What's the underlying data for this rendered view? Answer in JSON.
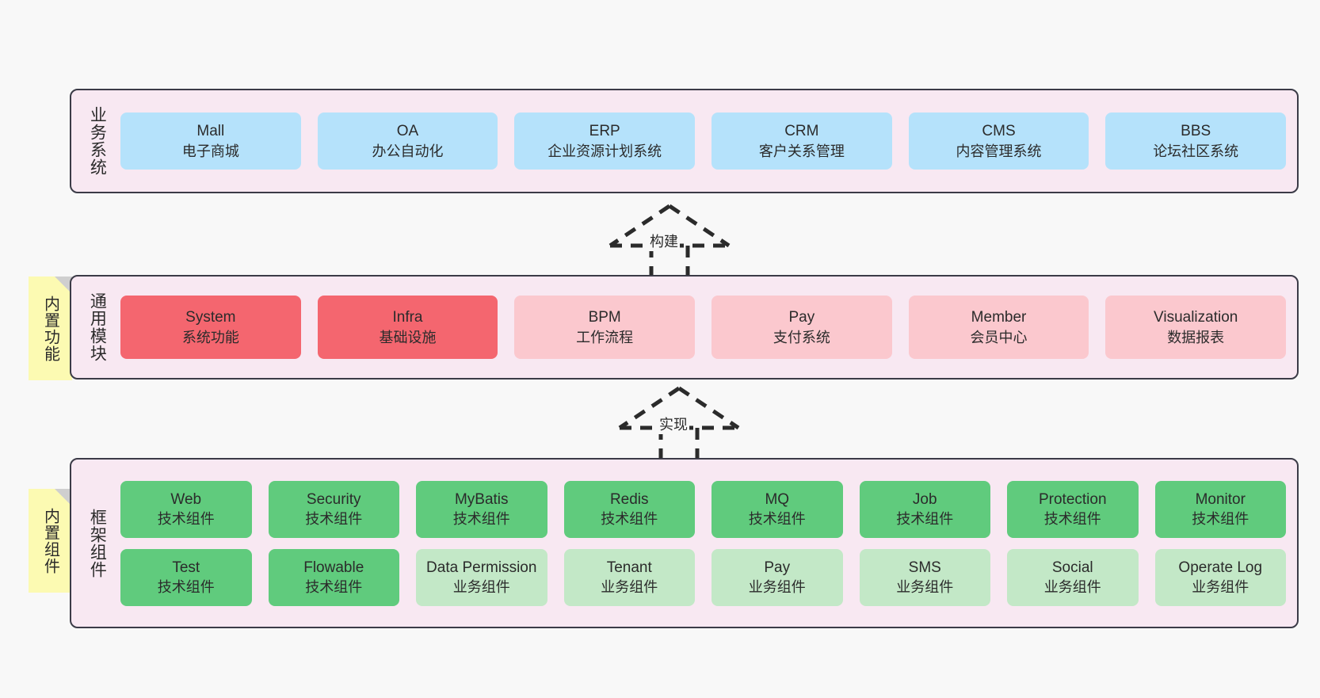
{
  "diagram": {
    "background_color": "#f8f8f8",
    "layer_fill": "#f8e8f2",
    "layer_border": "#3b3b47",
    "note_fill": "#fcfab2"
  },
  "layers": [
    {
      "key": "business",
      "title": "业务系统",
      "rows": [
        {
          "cards": [
            {
              "title": "Mall",
              "sub": "电子商城",
              "color": "#b5e2fb",
              "style": "c-blue"
            },
            {
              "title": "OA",
              "sub": "办公自动化",
              "color": "#b5e2fb",
              "style": "c-blue"
            },
            {
              "title": "ERP",
              "sub": "企业资源计划系统",
              "color": "#b5e2fb",
              "style": "c-blue"
            },
            {
              "title": "CRM",
              "sub": "客户关系管理",
              "color": "#b5e2fb",
              "style": "c-blue"
            },
            {
              "title": "CMS",
              "sub": "内容管理系统",
              "color": "#b5e2fb",
              "style": "c-blue"
            },
            {
              "title": "BBS",
              "sub": "论坛社区系统",
              "color": "#b5e2fb",
              "style": "c-blue"
            }
          ]
        }
      ]
    },
    {
      "key": "modules",
      "title": "通用模块",
      "note": "内置功能",
      "rows": [
        {
          "cards": [
            {
              "title": "System",
              "sub": "系统功能",
              "color": "#f4666f",
              "style": "c-red"
            },
            {
              "title": "Infra",
              "sub": "基础设施",
              "color": "#f4666f",
              "style": "c-red"
            },
            {
              "title": "BPM",
              "sub": "工作流程",
              "color": "#fbc8ce",
              "style": "c-pink"
            },
            {
              "title": "Pay",
              "sub": "支付系统",
              "color": "#fbc8ce",
              "style": "c-pink"
            },
            {
              "title": "Member",
              "sub": "会员中心",
              "color": "#fbc8ce",
              "style": "c-pink"
            },
            {
              "title": "Visualization",
              "sub": "数据报表",
              "color": "#fbc8ce",
              "style": "c-pink"
            }
          ]
        }
      ]
    },
    {
      "key": "framework",
      "title": "框架组件",
      "note": "内置组件",
      "rows": [
        {
          "cards": [
            {
              "title": "Web",
              "sub": "技术组件",
              "color": "#60cb7d",
              "style": "c-green"
            },
            {
              "title": "Security",
              "sub": "技术组件",
              "color": "#60cb7d",
              "style": "c-green"
            },
            {
              "title": "MyBatis",
              "sub": "技术组件",
              "color": "#60cb7d",
              "style": "c-green"
            },
            {
              "title": "Redis",
              "sub": "技术组件",
              "color": "#60cb7d",
              "style": "c-green"
            },
            {
              "title": "MQ",
              "sub": "技术组件",
              "color": "#60cb7d",
              "style": "c-green"
            },
            {
              "title": "Job",
              "sub": "技术组件",
              "color": "#60cb7d",
              "style": "c-green"
            },
            {
              "title": "Protection",
              "sub": "技术组件",
              "color": "#60cb7d",
              "style": "c-green"
            },
            {
              "title": "Monitor",
              "sub": "技术组件",
              "color": "#60cb7d",
              "style": "c-green"
            }
          ]
        },
        {
          "cards": [
            {
              "title": "Test",
              "sub": "技术组件",
              "color": "#60cb7d",
              "style": "c-green"
            },
            {
              "title": "Flowable",
              "sub": "技术组件",
              "color": "#60cb7d",
              "style": "c-green"
            },
            {
              "title": "Data Permission",
              "sub": "业务组件",
              "color": "#c3e8c7",
              "style": "c-lightgreen"
            },
            {
              "title": "Tenant",
              "sub": "业务组件",
              "color": "#c3e8c7",
              "style": "c-lightgreen"
            },
            {
              "title": "Pay",
              "sub": "业务组件",
              "color": "#c3e8c7",
              "style": "c-lightgreen"
            },
            {
              "title": "SMS",
              "sub": "业务组件",
              "color": "#c3e8c7",
              "style": "c-lightgreen"
            },
            {
              "title": "Social",
              "sub": "业务组件",
              "color": "#c3e8c7",
              "style": "c-lightgreen"
            },
            {
              "title": "Operate Log",
              "sub": "业务组件",
              "color": "#c3e8c7",
              "style": "c-lightgreen"
            }
          ]
        }
      ]
    }
  ],
  "connectors": [
    {
      "key": "build",
      "label": "构建",
      "style": "dashed-generalization",
      "direction": "up"
    },
    {
      "key": "impl",
      "label": "实现",
      "style": "dashed-generalization",
      "direction": "up"
    }
  ]
}
